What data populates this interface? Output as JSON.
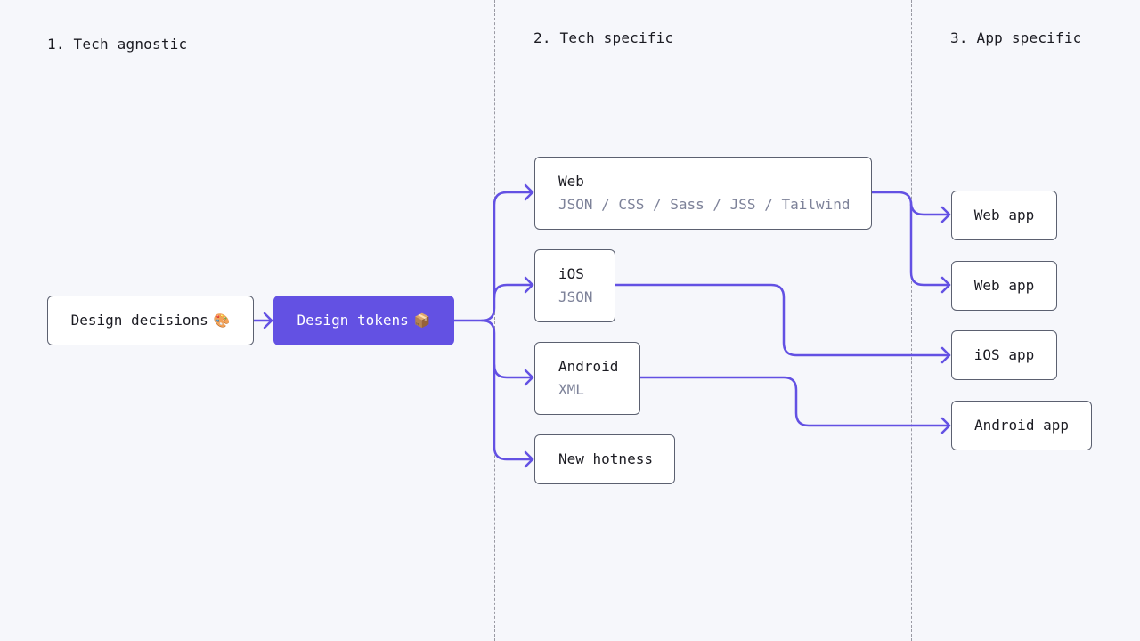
{
  "sections": [
    {
      "label": "1. Tech agnostic"
    },
    {
      "label": "2. Tech specific"
    },
    {
      "label": "3. App specific"
    }
  ],
  "nodes": {
    "design_decisions": {
      "label": "Design decisions",
      "emoji": "🎨"
    },
    "design_tokens": {
      "label": "Design tokens",
      "emoji": "📦"
    },
    "web": {
      "label": "Web",
      "formats": "JSON / CSS / Sass / JSS / Tailwind"
    },
    "ios": {
      "label": "iOS",
      "formats": "JSON"
    },
    "android": {
      "label": "Android",
      "formats": "XML"
    },
    "new_hotness": {
      "label": "New hotness"
    },
    "web_app_1": {
      "label": "Web app"
    },
    "web_app_2": {
      "label": "Web app"
    },
    "ios_app": {
      "label": "iOS app"
    },
    "android_app": {
      "label": "Android app"
    }
  },
  "colors": {
    "accent": "#6351e3",
    "connector": "#6351e3",
    "format_text": "#7d8299",
    "background": "#f6f7fb"
  }
}
